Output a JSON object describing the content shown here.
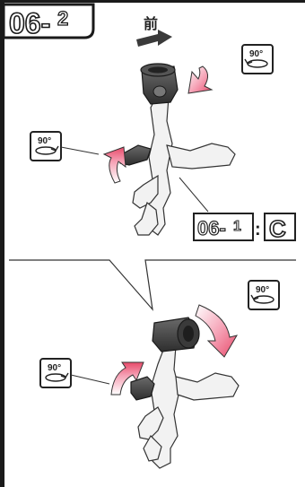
{
  "step": {
    "number": "06-",
    "sub": "2"
  },
  "direction": {
    "label": "前"
  },
  "rotate_badges": [
    {
      "label": "90°"
    },
    {
      "label": "90°"
    },
    {
      "label": "90°"
    },
    {
      "label": "90°"
    }
  ],
  "reference": {
    "step_number": "06-",
    "step_sub": "1",
    "separator": ":",
    "part_letter": "C"
  },
  "colors": {
    "accent_arrow": "#e84a6a",
    "outline": "#222222",
    "part_dark": "#4a4a4a",
    "part_light": "#f2f2f2",
    "frame_dark": "#1a1a1a"
  }
}
